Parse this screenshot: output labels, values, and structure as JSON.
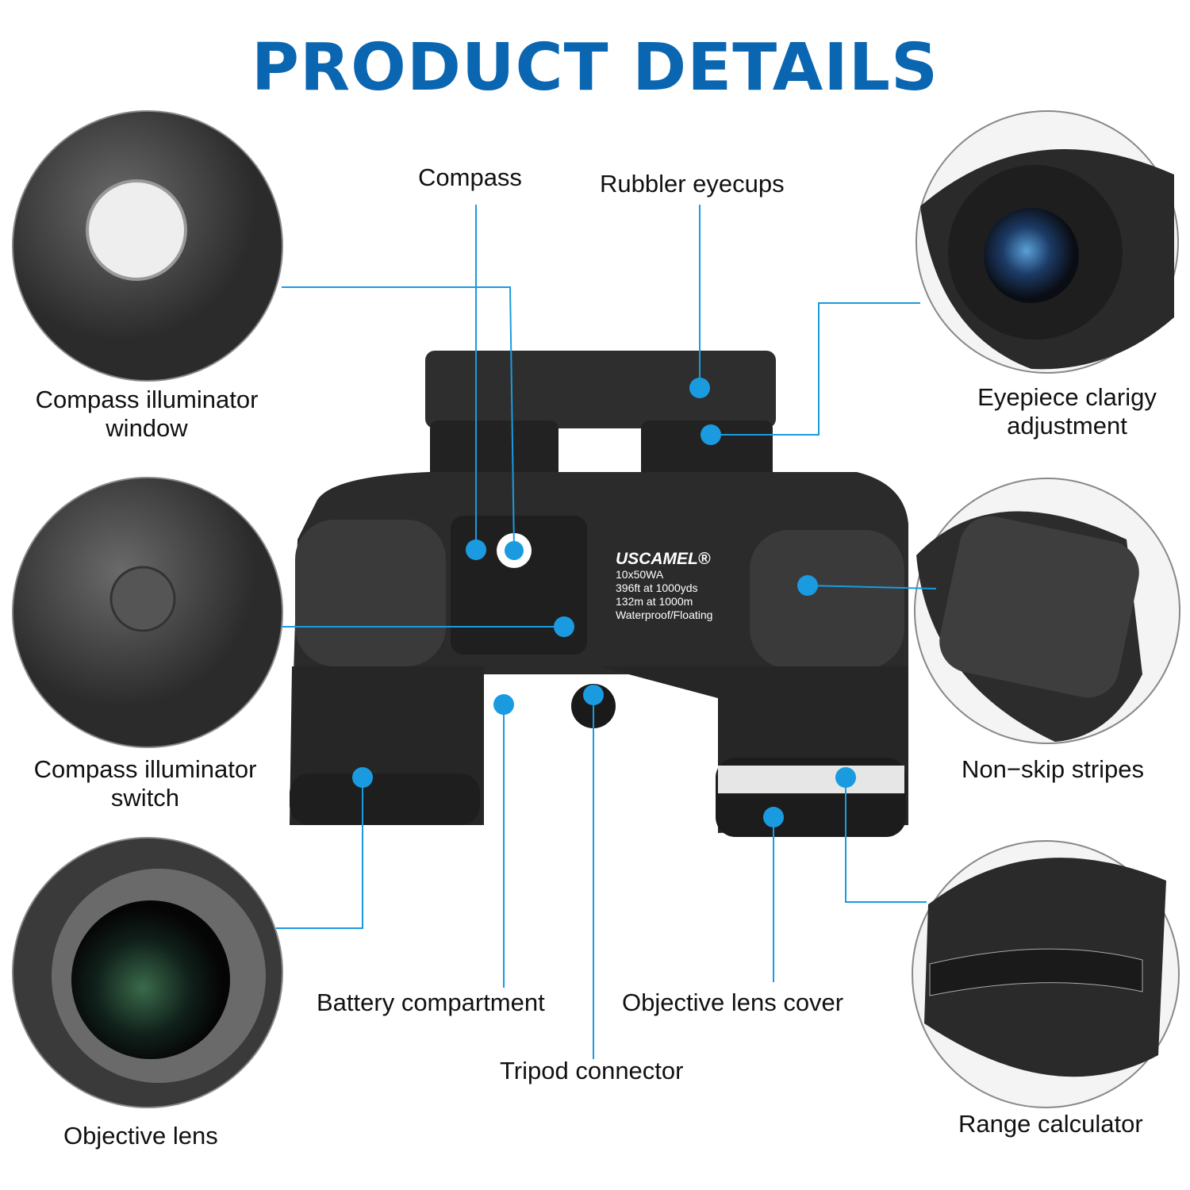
{
  "title": "PRODUCT DETAILS",
  "labels": {
    "compass": "Compass",
    "eyecups": "Rubbler eyecups",
    "illuminator_window_1": "Compass illuminator",
    "illuminator_window_2": "window",
    "eyepiece_1": "Eyepiece clarigy",
    "eyepiece_2": "adjustment",
    "switch_1": "Compass illuminator",
    "switch_2": "switch",
    "nonskip": "Non−skip stripes",
    "battery": "Battery compartment",
    "lens_cover": "Objective lens cover",
    "tripod": "Tripod connector",
    "objective": "Objective lens",
    "range": "Range calculator"
  },
  "product": {
    "brand": "USCAMEL®",
    "model": "10x50WA",
    "fov_imperial": "396ft at 1000yds",
    "fov_metric": "132m at 1000m",
    "features": "Waterproof/Floating"
  },
  "colors": {
    "accent": "#0a66b0",
    "callout": "#1a9be0"
  }
}
